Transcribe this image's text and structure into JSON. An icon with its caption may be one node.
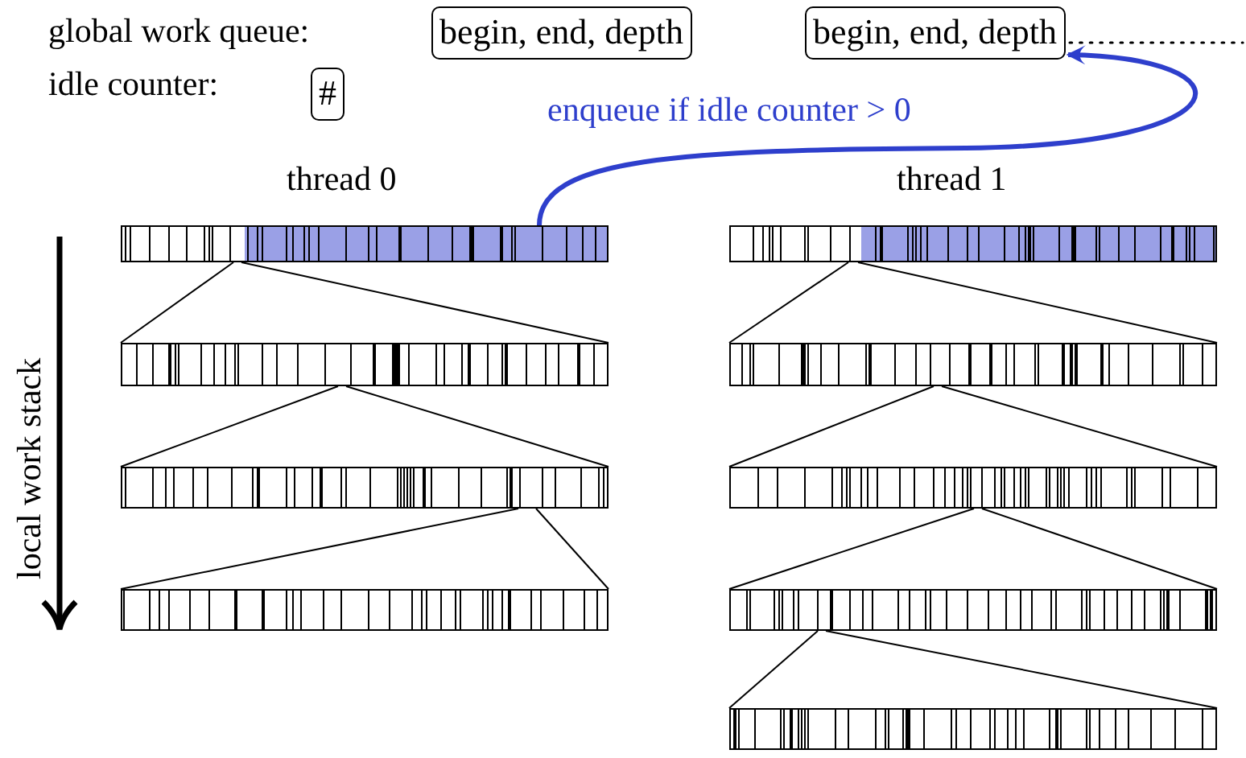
{
  "diagram": {
    "nodes": [
      {
        "text": [
          "begin, end, depth"
        ]
      },
      {
        "text": [
          "begin, end, depth"
        ]
      },
      {
        "text": [
          "#"
        ]
      },
      {
        "text": [],
        "shape": "bar"
      },
      {
        "text": [],
        "shape": "bar"
      },
      {
        "text": [],
        "shape": "bar"
      },
      {
        "text": [],
        "shape": "bar"
      },
      {
        "text": [],
        "shape": "bar"
      },
      {
        "text": [],
        "shape": "bar"
      },
      {
        "text": [],
        "shape": "bar"
      },
      {
        "text": [],
        "shape": "bar"
      },
      {
        "text": [],
        "shape": "bar"
      }
    ],
    "edges": [
      {
        "from": 3,
        "to": 1,
        "arrow": "to",
        "label": "enqueue if idle counter > 0",
        "style": "thick",
        "color": "#2e3fcc"
      },
      {
        "from": 1,
        "to": null,
        "arrow": "none",
        "style": "dashed"
      },
      {
        "from": 3,
        "to": 4,
        "arrow": "none"
      },
      {
        "from": 3,
        "to": 4,
        "arrow": "none"
      },
      {
        "from": 4,
        "to": 5,
        "arrow": "none"
      },
      {
        "from": 4,
        "to": 5,
        "arrow": "none"
      },
      {
        "from": 5,
        "to": 6,
        "arrow": "none"
      },
      {
        "from": 5,
        "to": 6,
        "arrow": "none"
      },
      {
        "from": 7,
        "to": 8,
        "arrow": "none"
      },
      {
        "from": 7,
        "to": 8,
        "arrow": "none"
      },
      {
        "from": 8,
        "to": 9,
        "arrow": "none"
      },
      {
        "from": 8,
        "to": 9,
        "arrow": "none"
      },
      {
        "from": 9,
        "to": 10,
        "arrow": "none"
      },
      {
        "from": 9,
        "to": 10,
        "arrow": "none"
      },
      {
        "from": 10,
        "to": 11,
        "arrow": "none"
      },
      {
        "from": 10,
        "to": 11,
        "arrow": "none"
      }
    ],
    "labels": [
      "global work queue:",
      "idle counter:",
      "thread 0",
      "thread 1",
      "local work stack"
    ]
  }
}
